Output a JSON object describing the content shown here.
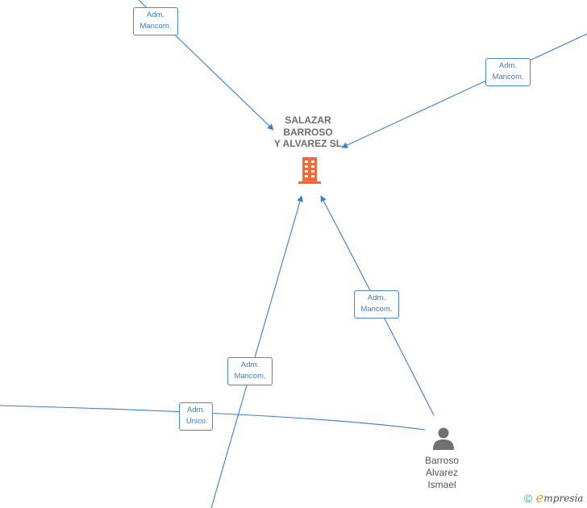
{
  "company": {
    "name_lines": [
      "SALAZAR",
      "BARROSO",
      "Y ALVAREZ  SL"
    ],
    "icon": "building-icon",
    "color": "#f26a3c"
  },
  "person": {
    "name_lines": [
      "Barroso",
      "Alvarez",
      "Ismael"
    ],
    "icon": "person-icon",
    "color": "#707070"
  },
  "relations": [
    {
      "id": "top-left",
      "lines": [
        "Adm.",
        "Mancom."
      ]
    },
    {
      "id": "top-right",
      "lines": [
        "Adm.",
        "Mancom."
      ]
    },
    {
      "id": "person-to-company",
      "lines": [
        "Adm.",
        "Mancom."
      ]
    },
    {
      "id": "bottom-left",
      "lines": [
        "Adm.",
        "Mancom."
      ]
    },
    {
      "id": "person-unico",
      "lines": [
        "Adm.",
        "Unico"
      ]
    }
  ],
  "edge_color": "#3b7dd1",
  "brand": {
    "copyright": "©",
    "logo_initial": "e",
    "logo_rest": "mpresia"
  }
}
